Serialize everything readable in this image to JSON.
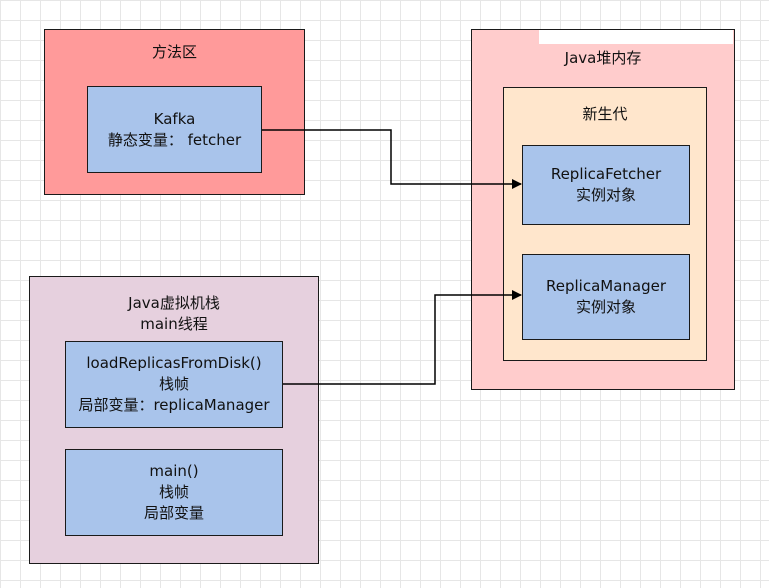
{
  "method_area": {
    "title": "方法区"
  },
  "kafka_node": {
    "line1": "Kafka",
    "line2": "静态变量： fetcher"
  },
  "heap": {
    "title": "Java堆内存"
  },
  "young_gen": {
    "title": "新生代"
  },
  "replica_fetcher_node": {
    "line1": "ReplicaFetcher",
    "line2": "实例对象"
  },
  "replica_manager_node": {
    "line1": "ReplicaManager",
    "line2": "实例对象"
  },
  "vm_stack": {
    "title_line1": "Java虚拟机栈",
    "title_line2": "main线程"
  },
  "load_frame": {
    "line1": "loadReplicasFromDisk()",
    "line2": "栈帧",
    "line3": "局部变量：replicaManager"
  },
  "main_frame": {
    "line1": "main()",
    "line2": "栈帧",
    "line3": "局部变量"
  },
  "colors": {
    "method_area_fill": "#ff9a9a",
    "heap_fill": "#ffcccc",
    "young_gen_fill": "#ffe6cc",
    "vm_stack_fill": "#e6d0de",
    "node_fill": "#a9c4eb",
    "stroke": "#1a1a1a"
  }
}
